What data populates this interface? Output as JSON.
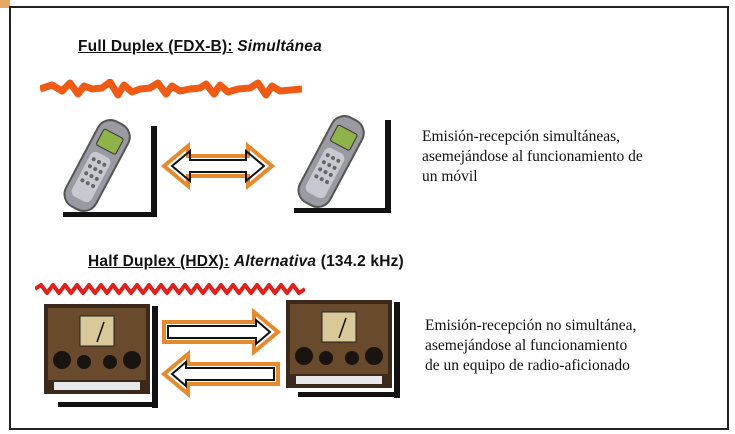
{
  "sections": [
    {
      "title_main": "Full Duplex (FDX-B):",
      "title_mode": "Simultánea",
      "title_extra": "",
      "description": [
        "Emisión-recepción simultáneas,",
        "asemejándose al funcionamiento de",
        "un móvil"
      ]
    },
    {
      "title_main": "Half Duplex (HDX):",
      "title_mode": "Alternativa",
      "title_extra": "(134.2 kHz)",
      "description": [
        "Emisión-recepción no simultánea,",
        "asemejándose al funcionamiento",
        "de un equipo de radio-aficionado"
      ]
    }
  ],
  "colors": {
    "wave_full": "#f05a14",
    "wave_half": "#e0201a",
    "arrow_outline_orange": "#e68a2e",
    "corner_accent": "#e7a866"
  },
  "icons": [
    "mobile-phone-icon",
    "radio-transceiver-icon",
    "bidirectional-arrow-icon"
  ]
}
